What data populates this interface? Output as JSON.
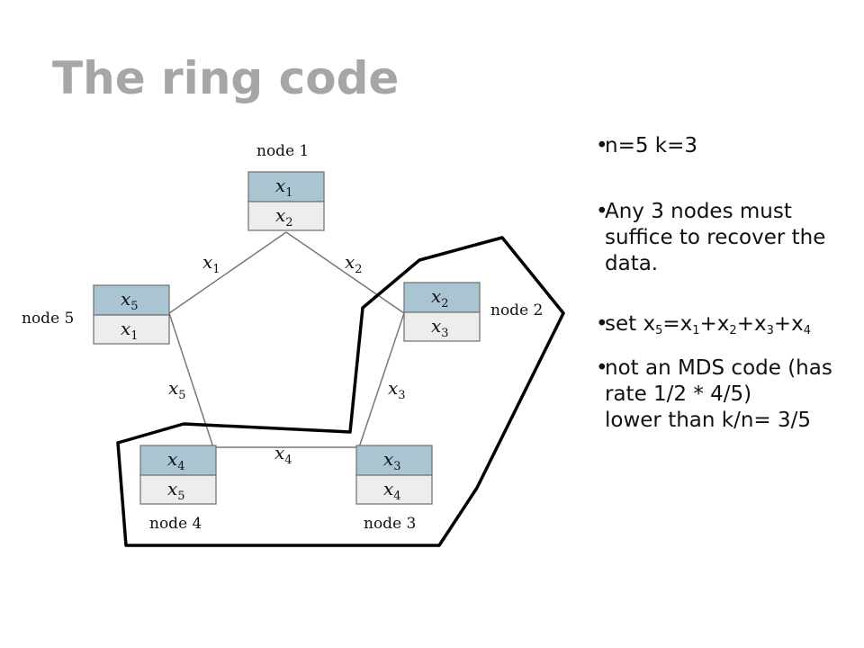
{
  "slide": {
    "title": "The ring code"
  },
  "diagram": {
    "nodes": [
      {
        "id": "node1",
        "label": "node 1",
        "top": {
          "base": "x",
          "sub": "1"
        },
        "bottom": {
          "base": "x",
          "sub": "2"
        }
      },
      {
        "id": "node2",
        "label": "node 2",
        "top": {
          "base": "x",
          "sub": "2"
        },
        "bottom": {
          "base": "x",
          "sub": "3"
        }
      },
      {
        "id": "node3",
        "label": "node 3",
        "top": {
          "base": "x",
          "sub": "3"
        },
        "bottom": {
          "base": "x",
          "sub": "4"
        }
      },
      {
        "id": "node4",
        "label": "node 4",
        "top": {
          "base": "x",
          "sub": "4"
        },
        "bottom": {
          "base": "x",
          "sub": "5"
        }
      },
      {
        "id": "node5",
        "label": "node 5",
        "top": {
          "base": "x",
          "sub": "5"
        },
        "bottom": {
          "base": "x",
          "sub": "1"
        }
      }
    ],
    "edges": [
      {
        "id": "e1",
        "base": "x",
        "sub": "1"
      },
      {
        "id": "e2",
        "base": "x",
        "sub": "2"
      },
      {
        "id": "e3",
        "base": "x",
        "sub": "3"
      },
      {
        "id": "e4",
        "base": "x",
        "sub": "4"
      },
      {
        "id": "e5",
        "base": "x",
        "sub": "5"
      }
    ],
    "colors": {
      "top_cell": "#a9c5d1",
      "bottom_cell": "#ededed",
      "cell_border": "#6e6e6e",
      "edge": "#777777",
      "outline": "#000000"
    }
  },
  "bullets": {
    "b1": "n=5  k=3",
    "b2": "Any 3 nodes must suffice to recover the data.",
    "b3": {
      "prefix": "set x",
      "s5": "5",
      "eq": "=x",
      "s1": "1",
      "p2": "+x",
      "s2": "2",
      "p3": "+x",
      "s3": "3",
      "p4": "+x",
      "s4": "4"
    },
    "b4_line1": "not an MDS code (has rate 1/2 * 4/5)",
    "b4_line2": "lower than k/n= 3/5",
    "dot": "•"
  }
}
